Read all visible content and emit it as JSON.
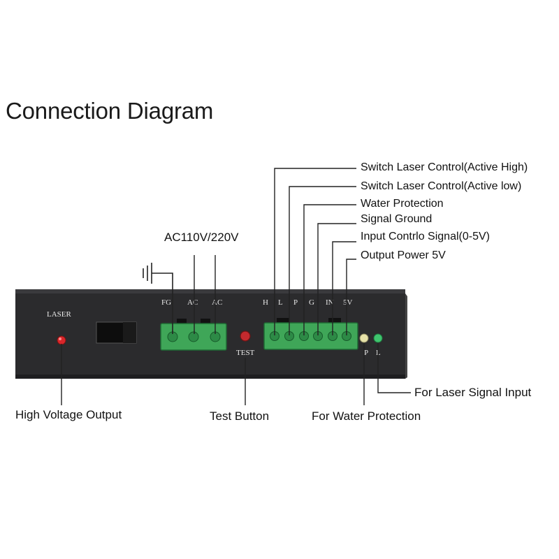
{
  "title": "Connection Diagram",
  "supply_label": "AC110V/220V",
  "panel": {
    "laser_label": "LASER",
    "test_label": "TEST",
    "power_pins": [
      "FG",
      "AC",
      "AC"
    ],
    "signal_pins": [
      "H",
      "L",
      "P",
      "G",
      "IN",
      "5V"
    ],
    "indicator_labels": [
      "P",
      "L"
    ]
  },
  "signal_callouts": [
    "Switch Laser Control(Active High)",
    "Switch Laser Control(Active low)",
    "Water Protection",
    "Signal Ground",
    "Input Contrlo Signal(0-5V)",
    "Output Power 5V"
  ],
  "bottom_labels": {
    "high_voltage": "High Voltage Output",
    "test_button": "Test Button",
    "water_protection": "For Water Protection",
    "laser_signal": "For Laser Signal Input"
  },
  "colors": {
    "panel": "#2b2b2d",
    "connector": "#3fa658",
    "led_red": "#d8262a",
    "led_yellow": "#e7e2a8",
    "led_green": "#3fc46e"
  }
}
